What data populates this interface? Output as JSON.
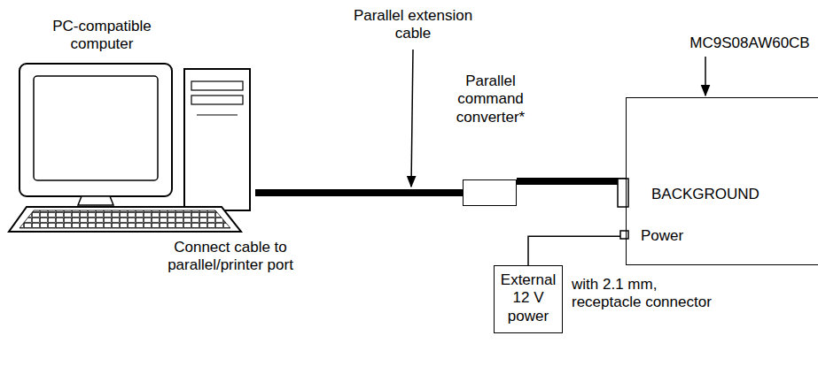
{
  "diagram": {
    "nodes": [
      {
        "text": [
          "PC-compatible computer",
          "Connect cable to parallel/printer port"
        ]
      },
      {
        "text": [
          "Parallel command converter*"
        ]
      },
      {
        "text": [
          "MC9S08AW60CB",
          "BACKGROUND",
          "Power"
        ]
      },
      {
        "text": [
          "External 12 V power"
        ]
      }
    ],
    "edges": [
      {
        "from": 0,
        "to": 1,
        "arrow": "none"
      },
      {
        "from": 1,
        "to": 2,
        "arrow": "none"
      },
      {
        "from": 3,
        "to": 2,
        "arrow": "none"
      }
    ],
    "labels": [
      "Parallel extension cable",
      "with 2.1 mm, receptacle connector"
    ]
  }
}
